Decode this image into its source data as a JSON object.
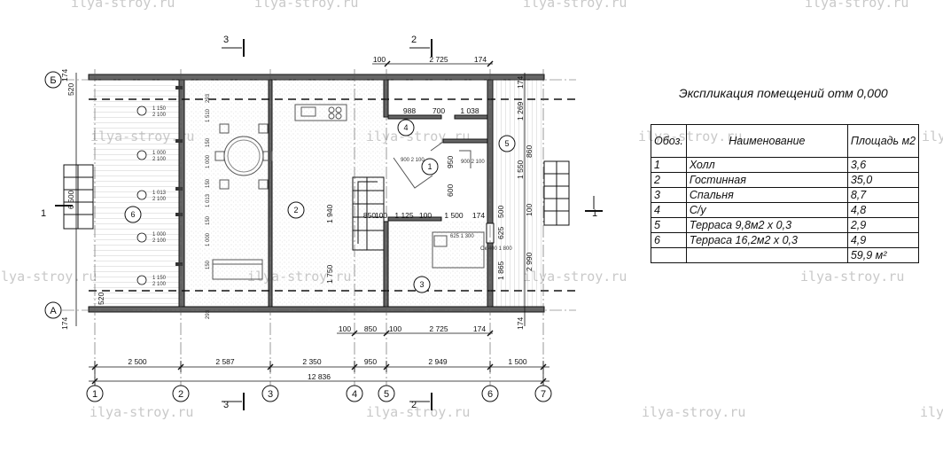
{
  "watermarks": {
    "text": "ilya-stroy.ru"
  },
  "explication": {
    "title": "Экспликация помещений отм 0,000",
    "headers": {
      "code": "Обоз.",
      "name": "Наименование",
      "area": "Площадь м2"
    },
    "rows": [
      {
        "code": "1",
        "name": "Холл",
        "area": "3,6"
      },
      {
        "code": "2",
        "name": "Гостинная",
        "area": "35,0"
      },
      {
        "code": "3",
        "name": "Спальня",
        "area": "8,7"
      },
      {
        "code": "4",
        "name": "С/у",
        "area": "4,8"
      },
      {
        "code": "5",
        "name": "Терраса 9,8м2 х 0,3",
        "area": "2,9"
      },
      {
        "code": "6",
        "name": "Терраса 16,2м2 х 0,3",
        "area": "4,9"
      }
    ],
    "total": "59,9 м²"
  },
  "plan": {
    "axes_h": [
      "1",
      "2",
      "3",
      "4",
      "5",
      "6",
      "7"
    ],
    "axes_v": [
      "Б",
      "А"
    ],
    "sections": {
      "s1": "1",
      "s2": "2",
      "s3": "3"
    },
    "rooms": [
      "1",
      "2",
      "3",
      "4",
      "5",
      "6"
    ],
    "dims": {
      "chain_bottom": [
        "2 500",
        "2 587",
        "2 350",
        "950",
        "2 949",
        "1 500"
      ],
      "overall": "12 836",
      "top_row": [
        "100",
        "2 725",
        "174"
      ],
      "bottom_row": [
        "100",
        "850",
        "100",
        "2 725",
        "174"
      ],
      "left_side": [
        "520",
        "174",
        "6 500",
        "520",
        "174"
      ],
      "wall_mid": [
        "988",
        "700",
        "1 038"
      ],
      "mid_row": [
        "850",
        "100",
        "1 125",
        "100",
        "1 500",
        "174"
      ],
      "left_col": [
        "1 150",
        "2 100",
        "1 000",
        "2 100",
        "1 013",
        "2 100",
        "1 000",
        "2 100",
        "1 150",
        "2 100"
      ],
      "col_mid": [
        "1 510",
        "293",
        "150",
        "1 000",
        "150",
        "1 013",
        "150",
        "1 000",
        "150",
        "293"
      ],
      "right_side": [
        "174",
        "1 269",
        "1 550",
        "2 990",
        "1 865",
        "625",
        "500",
        "100",
        "860",
        "174"
      ],
      "stair": [
        "1 940",
        "1 750",
        "600",
        "950"
      ],
      "doors": [
        "900 2 100",
        "900 2 100",
        "625 1 300",
        "Ок 400 1 800"
      ]
    }
  }
}
